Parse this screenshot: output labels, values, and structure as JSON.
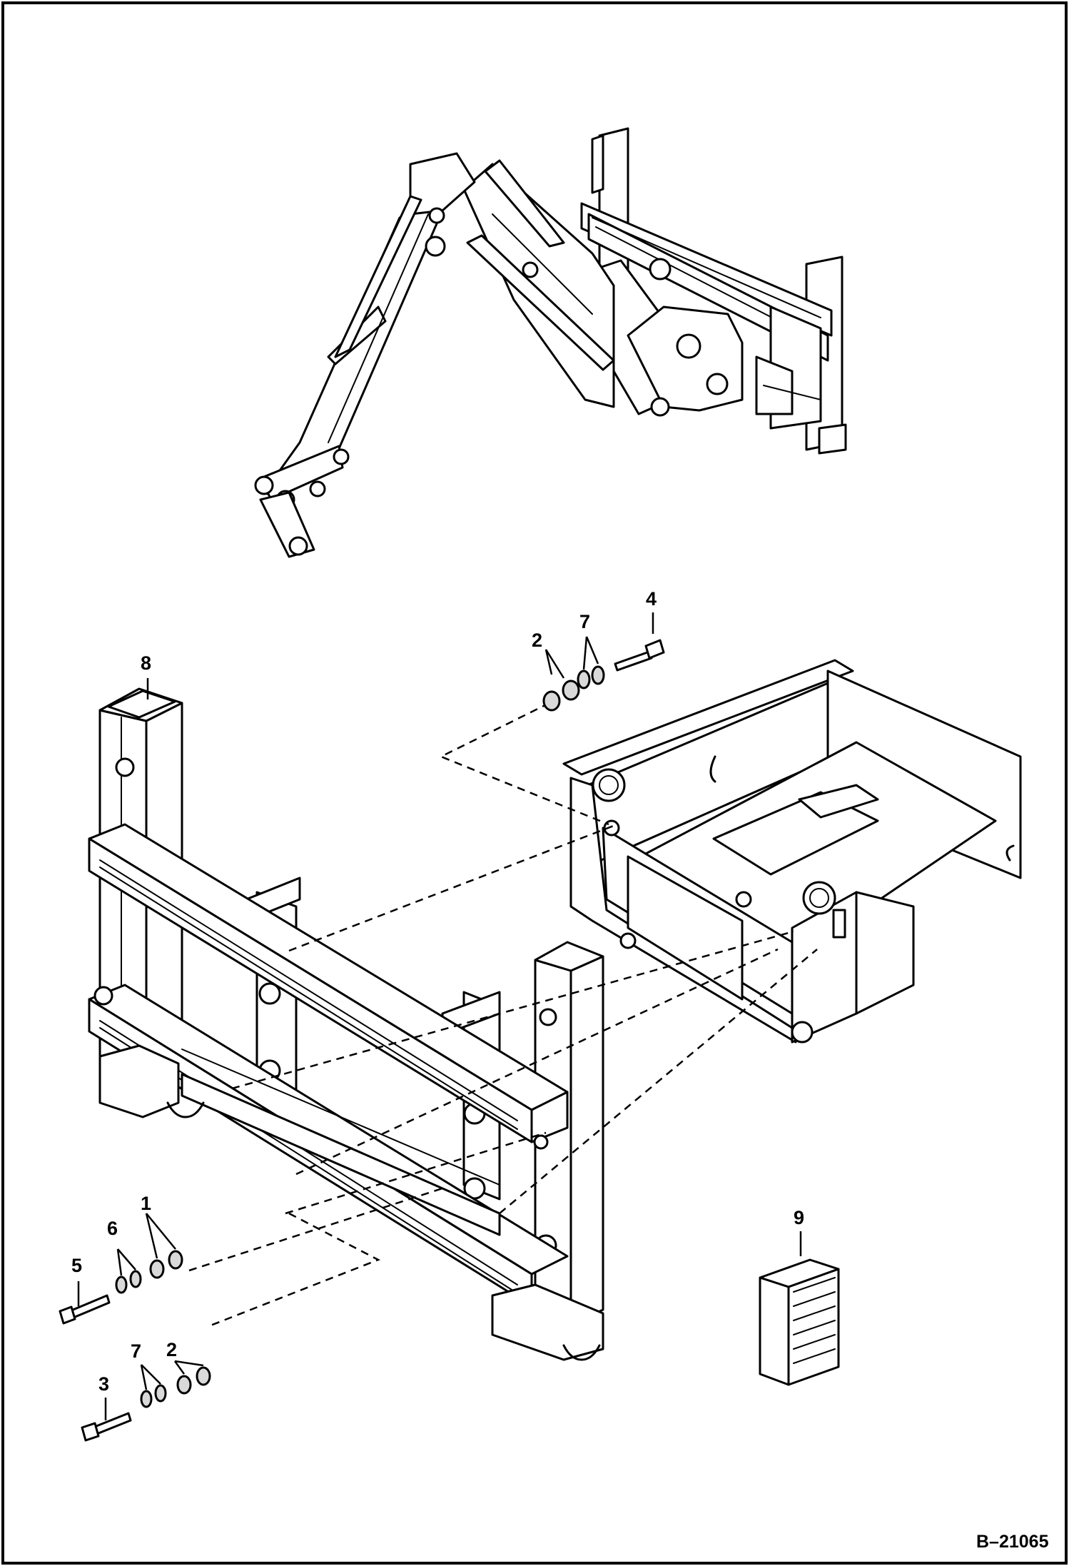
{
  "figure_id": "B–21065",
  "callouts": [
    "1",
    "2",
    "3",
    "4",
    "5",
    "6",
    "7",
    "8",
    "9"
  ],
  "labels": {
    "c8": "8",
    "c4": "4",
    "c2_top": "2",
    "c7_top": "7",
    "c1": "1",
    "c6": "6",
    "c5": "5",
    "c2_bottom": "2",
    "c7_bottom": "7",
    "c3": "3",
    "c9": "9"
  }
}
